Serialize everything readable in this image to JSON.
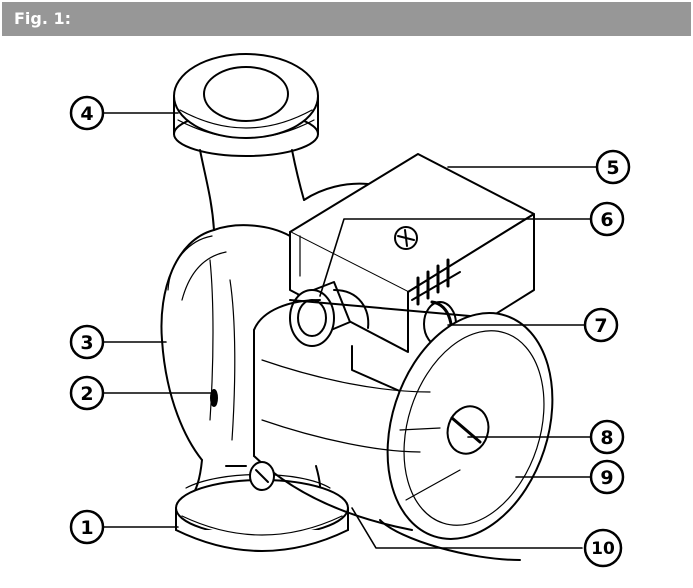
{
  "figure": {
    "title": "Fig. 1:"
  },
  "callouts": [
    {
      "number": "1"
    },
    {
      "number": "2"
    },
    {
      "number": "3"
    },
    {
      "number": "4"
    },
    {
      "number": "5"
    },
    {
      "number": "6"
    },
    {
      "number": "7"
    },
    {
      "number": "8"
    },
    {
      "number": "9"
    },
    {
      "number": "10"
    }
  ]
}
